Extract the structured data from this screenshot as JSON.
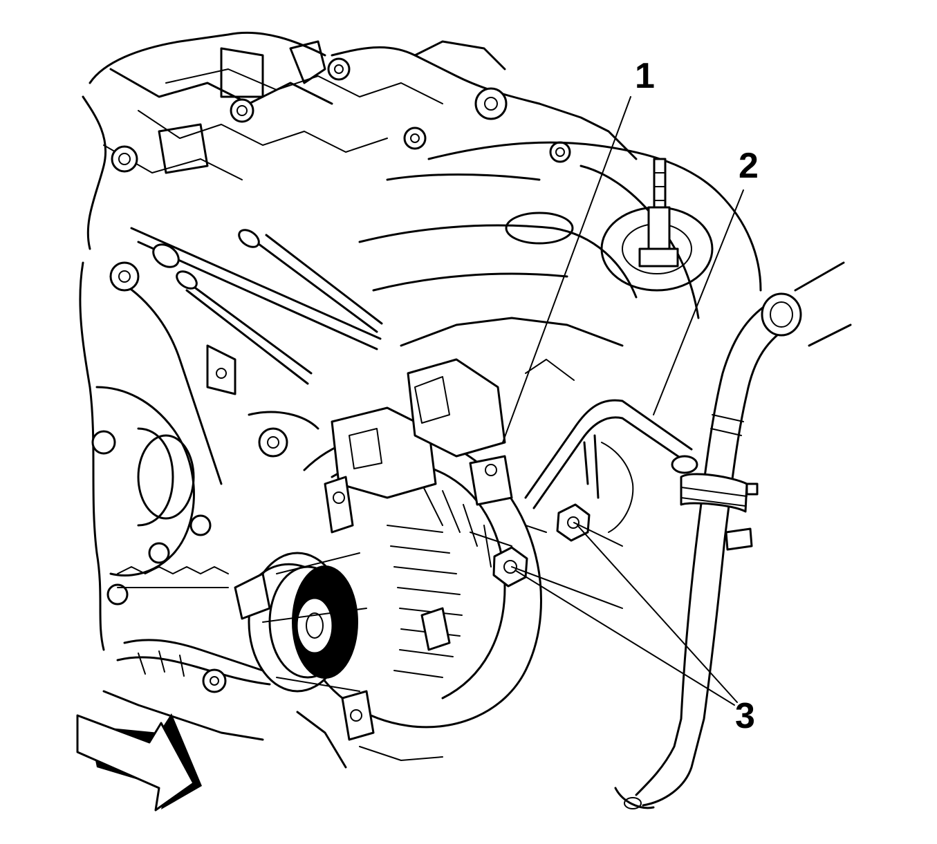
{
  "callouts": [
    {
      "id": "1",
      "label": "1"
    },
    {
      "id": "2",
      "label": "2"
    },
    {
      "id": "3",
      "label": "3"
    }
  ],
  "icons": {
    "direction_arrow": "front-direction-arrow-icon"
  }
}
